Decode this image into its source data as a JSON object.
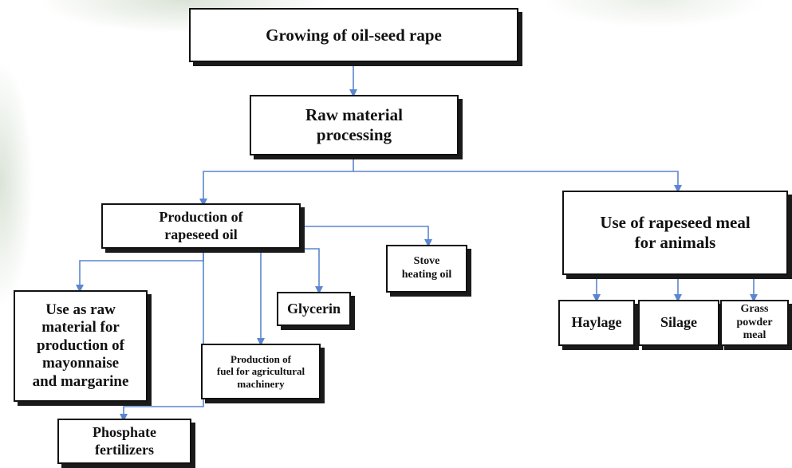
{
  "diagram": {
    "nodes": {
      "growing": "Growing of oil-seed rape",
      "raw_processing": "Raw material\nprocessing",
      "production_oil": "Production of\nrapeseed oil",
      "rapeseed_meal": "Use of rapeseed meal\nfor animals",
      "raw_material_use": "Use as raw\nmaterial for\nproduction of\nmayonnaise\nand margarine",
      "phosphate": "Phosphate\nfertilizers",
      "fuel_production": "Production of\nfuel for agricultural\nmachinery",
      "glycerin": "Glycerin",
      "stove_oil": "Stove\nheating oil",
      "haylage": "Haylage",
      "silage": "Silage",
      "grass_meal": "Grass\npowder\nmeal"
    },
    "connector_color": "#5b86cf",
    "box_border_color": "#111111"
  }
}
